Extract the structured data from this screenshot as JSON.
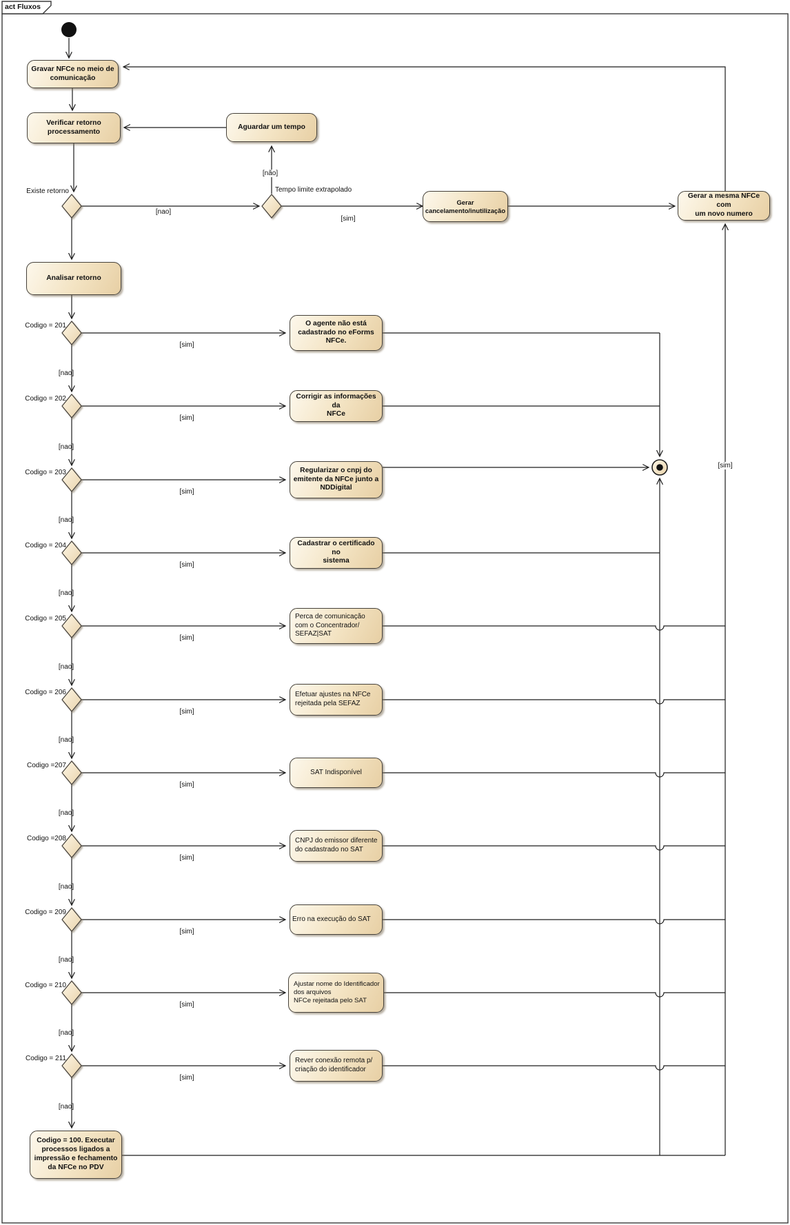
{
  "frame": {
    "label": "act Fluxos"
  },
  "labels": {
    "sim": "[sim]",
    "nao": "[nao]",
    "nao_acc": "[não]",
    "existe_retorno": "Existe retorno",
    "tempo_limite": "Tempo limite extrapolado"
  },
  "nodes": {
    "gravar": "Gravar NFCe no meio de\ncomunicação",
    "verificar": "Verificar retorno\nprocessamento",
    "aguardar": "Aguardar um tempo",
    "analisar": "Analisar retorno",
    "gerar_cancelamento": "Gerar\ncancelamento/inutilização",
    "gerar_mesma": "Gerar a mesma NFCe com\num novo numero",
    "codigo_100": "Codigo = 100. Executar\nprocessos ligados a\nimpressão e fechamento\nda NFCe no PDV"
  },
  "rows": [
    {
      "code": "Codigo = 201",
      "text": "O agente não está\ncadastrado no eForms\nNFCe."
    },
    {
      "code": "Codigo = 202",
      "text": "Corrigir as informações da\nNFCe"
    },
    {
      "code": "Codigo = 203",
      "text": "Regularizar o cnpj do\nemitente da NFCe junto a\nNDDigital"
    },
    {
      "code": "Codigo = 204",
      "text": "Cadastrar o certificado no\nsistema"
    },
    {
      "code": "Codigo = 205",
      "text": "Perca de comunicação\ncom o Concentrador/\nSEFAZ|SAT"
    },
    {
      "code": "Codigo = 206",
      "text": "Efetuar ajustes na NFCe\nrejeitada pela SEFAZ"
    },
    {
      "code": "Codigo =207",
      "text": "SAT Indisponível"
    },
    {
      "code": "Codigo =208",
      "text": "CNPJ do emissor diferente\ndo cadastrado no SAT"
    },
    {
      "code": "Codigo = 209",
      "text": "Erro na execução do SAT"
    },
    {
      "code": "Codigo = 210",
      "text": "Ajustar nome do Identificador\ndos arquivos\nNFCe rejeitada pelo SAT"
    },
    {
      "code": "Codigo = 211",
      "text": "Rever conexão remota p/\ncriação do identificador"
    }
  ],
  "colors": {
    "node_fill_light": "#fdf8ec",
    "node_fill_dark": "#e7cfa4",
    "node_border": "#45413a",
    "line": "#1c1c1c",
    "start_node": "#111111"
  }
}
